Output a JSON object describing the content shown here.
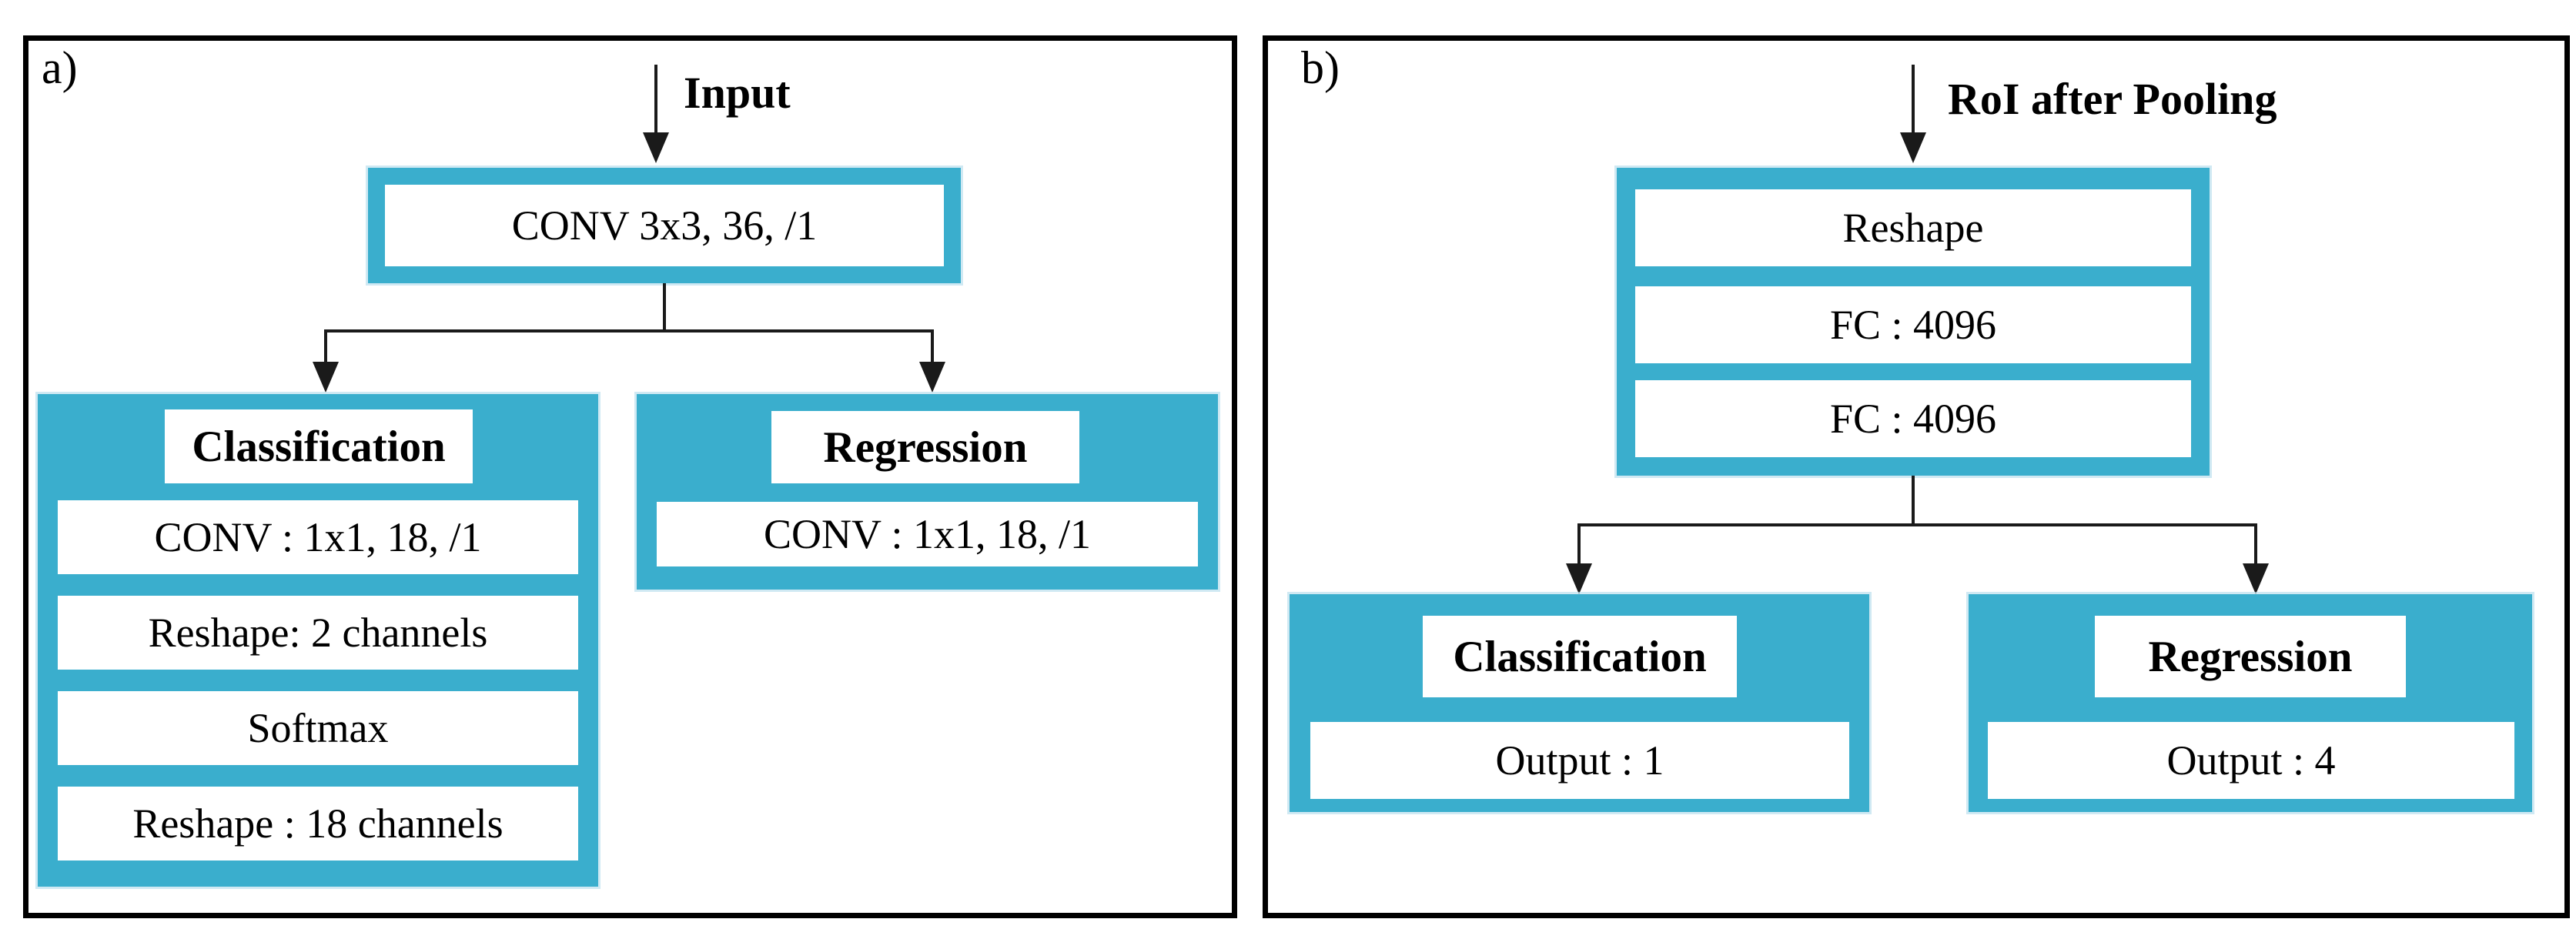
{
  "figure": {
    "accent_color": "#3AAECD",
    "panel_a": {
      "label": "a)",
      "input_arrow_label": "Input",
      "conv_box": "CONV 3x3, 36, /1",
      "classification": {
        "title": "Classification",
        "rows": [
          "CONV : 1x1, 18, /1",
          "Reshape: 2 channels",
          "Softmax",
          "Reshape : 18 channels"
        ]
      },
      "regression": {
        "title": "Regression",
        "rows": [
          "CONV : 1x1, 18, /1"
        ]
      }
    },
    "panel_b": {
      "label": "b)",
      "input_arrow_label": "RoI after Pooling",
      "stack_rows": [
        "Reshape",
        "FC : 4096",
        "FC : 4096"
      ],
      "classification": {
        "title": "Classification",
        "rows": [
          "Output : 1"
        ]
      },
      "regression": {
        "title": "Regression",
        "rows": [
          "Output : 4"
        ]
      }
    }
  }
}
